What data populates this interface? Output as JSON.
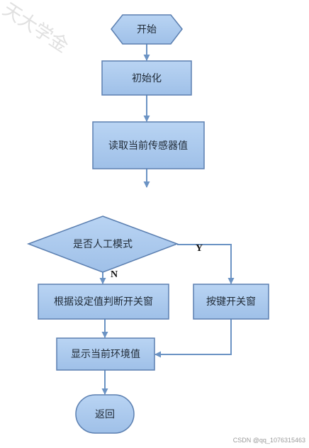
{
  "watermark": "天大学金",
  "nodes": {
    "start": "开始",
    "init": "初始化",
    "read": "读取当前传感器值",
    "decision": "是否人工模式",
    "judge": "根据设定值判断开关窗",
    "manual": "按键开关窗",
    "display": "显示当前环境值",
    "ret": "返回"
  },
  "branches": {
    "yes": "Y",
    "no": "N"
  },
  "credit": "CSDN @qq_10763154​63",
  "colors": {
    "fill": "#a8c7ec",
    "stroke": "#5b7fb0",
    "arrow": "#6b93c4"
  }
}
